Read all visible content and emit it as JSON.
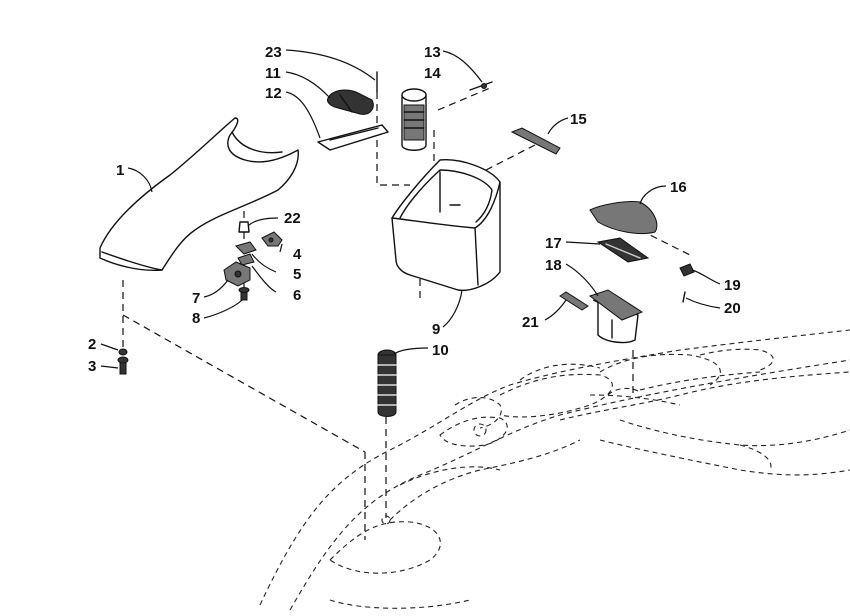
{
  "callouts": [
    {
      "id": "1",
      "text": "1"
    },
    {
      "id": "2",
      "text": "2"
    },
    {
      "id": "3",
      "text": "3"
    },
    {
      "id": "4",
      "text": "4"
    },
    {
      "id": "5",
      "text": "5"
    },
    {
      "id": "6",
      "text": "6"
    },
    {
      "id": "7",
      "text": "7"
    },
    {
      "id": "8",
      "text": "8"
    },
    {
      "id": "9",
      "text": "9"
    },
    {
      "id": "10",
      "text": "10"
    },
    {
      "id": "11",
      "text": "11"
    },
    {
      "id": "12",
      "text": "12"
    },
    {
      "id": "13",
      "text": "13"
    },
    {
      "id": "14",
      "text": "14"
    },
    {
      "id": "15",
      "text": "15"
    },
    {
      "id": "16",
      "text": "16"
    },
    {
      "id": "17",
      "text": "17"
    },
    {
      "id": "18",
      "text": "18"
    },
    {
      "id": "19",
      "text": "19"
    },
    {
      "id": "20",
      "text": "20"
    },
    {
      "id": "21",
      "text": "21"
    },
    {
      "id": "22",
      "text": "22"
    },
    {
      "id": "23",
      "text": "23"
    }
  ],
  "colors": {
    "ink": "#111111",
    "background": "#ffffff"
  }
}
